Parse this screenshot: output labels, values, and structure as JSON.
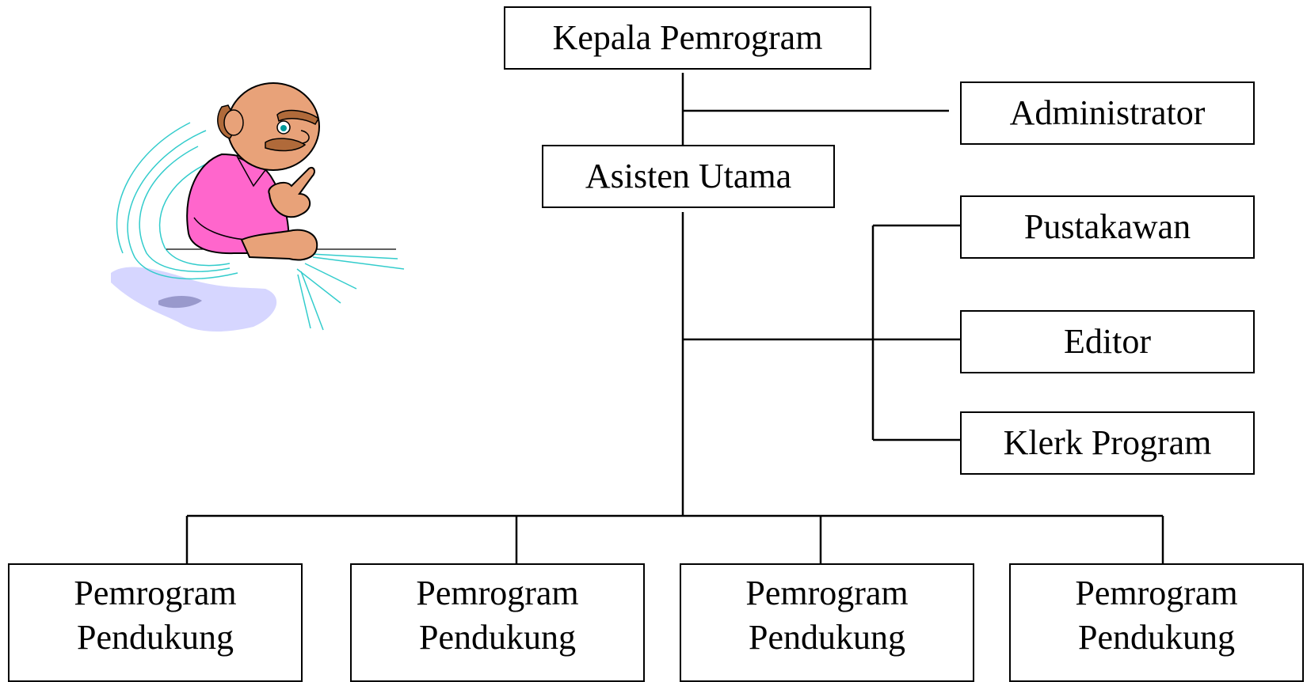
{
  "diagram": {
    "head": "Kepala Pemrogram",
    "administrator": "Administrator",
    "assistant": "Asisten Utama",
    "side_roles": [
      "Pustakawan",
      "Editor",
      "Klerk Program"
    ],
    "support": [
      {
        "line1": "Pemrogram",
        "line2": "Pendukung"
      },
      {
        "line1": "Pemrogram",
        "line2": "Pendukung"
      },
      {
        "line1": "Pemrogram",
        "line2": "Pendukung"
      },
      {
        "line1": "Pemrogram",
        "line2": "Pendukung"
      }
    ]
  },
  "illustration": {
    "icon": "thinking-old-man-clipart",
    "colors": {
      "shirt": "#ff66cc",
      "skin": "#e8a279",
      "motion_lines": "#33cccc",
      "shadow": "#ccccff"
    }
  }
}
